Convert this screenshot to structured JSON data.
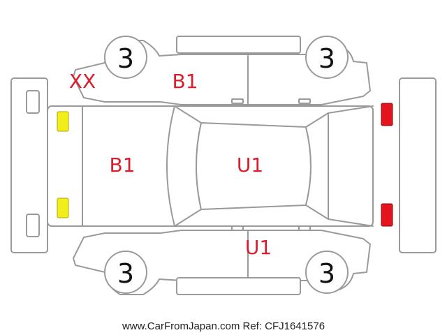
{
  "diagram": {
    "damage_codes": {
      "top_left_corner": "XX",
      "top_front_door": "B1",
      "hood": "B1",
      "roof": "U1",
      "bottom_front_door": "U1"
    },
    "tires": {
      "front_left": "3",
      "rear_left": "3",
      "front_right": "3",
      "rear_right": "3"
    },
    "lights": {
      "front_color": "#f2ee1c",
      "rear_color": "#e3141c"
    },
    "footer": "www.CarFromJapan.com Ref: CFJ1641576"
  }
}
